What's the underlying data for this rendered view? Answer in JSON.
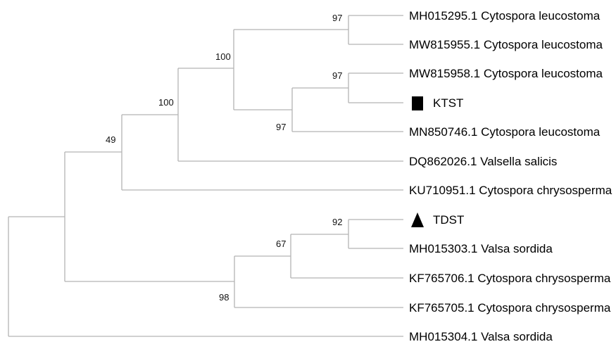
{
  "taxa": [
    "MH015295.1 Cytospora leucostoma",
    "MW815955.1 Cytospora leucostoma",
    "MW815958.1 Cytospora leucostoma",
    "KTST",
    "MN850746.1 Cytospora leucostoma",
    "DQ862026.1 Valsella salicis",
    "KU710951.1 Cytospora chrysosperma",
    "TDST",
    "MH015303.1 Valsa sordida",
    "KF765706.1 Cytospora chrysosperma",
    "KF765705.1 Cytospora chrysosperma",
    "MH015304.1 Valsa sordida"
  ],
  "markers": {
    "KTST": "filled-square",
    "TDST": "filled-triangle"
  },
  "support_values": [
    "97",
    "100",
    "97",
    "97",
    "100",
    "49",
    "92",
    "67",
    "98"
  ],
  "colors": {
    "branch": "#b3b3b3",
    "text": "#000000",
    "marker": "#000000"
  }
}
